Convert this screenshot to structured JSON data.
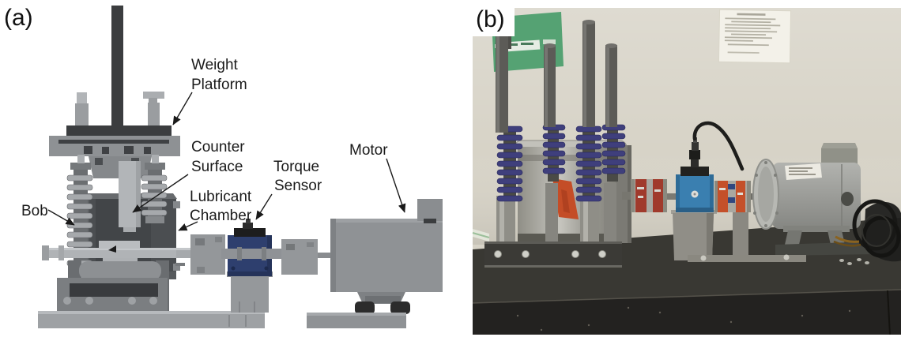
{
  "figure": {
    "panel_a": {
      "tag": "(a)",
      "labels": {
        "weight_platform": {
          "line1": "Weight",
          "line2": "Platform"
        },
        "counter_surface": {
          "line1": "Counter",
          "line2": "Surface"
        },
        "torque_sensor": {
          "line1": "Torque",
          "line2": "Sensor"
        },
        "lubricant_chamber": {
          "line1": "Lubricant",
          "line2": "Chamber"
        },
        "bob": {
          "line1": "Bob"
        },
        "motor": {
          "line1": "Motor"
        }
      }
    },
    "panel_b": {
      "tag": "(b)"
    }
  },
  "colors": {
    "label_text": "#1a1a1a",
    "diagram_sensor_blue": "#2e3f6e",
    "photo_sensor_blue": "#3a7fb0",
    "spring_blue": "#3f3f7c",
    "sign_green": "#55a273",
    "sticker_orange": "#c44d27",
    "coupling_red": "#a03a2c",
    "coupling_orange": "#c4502a",
    "wall_beige": "#d7d3c7",
    "table_granite": "#232220"
  }
}
